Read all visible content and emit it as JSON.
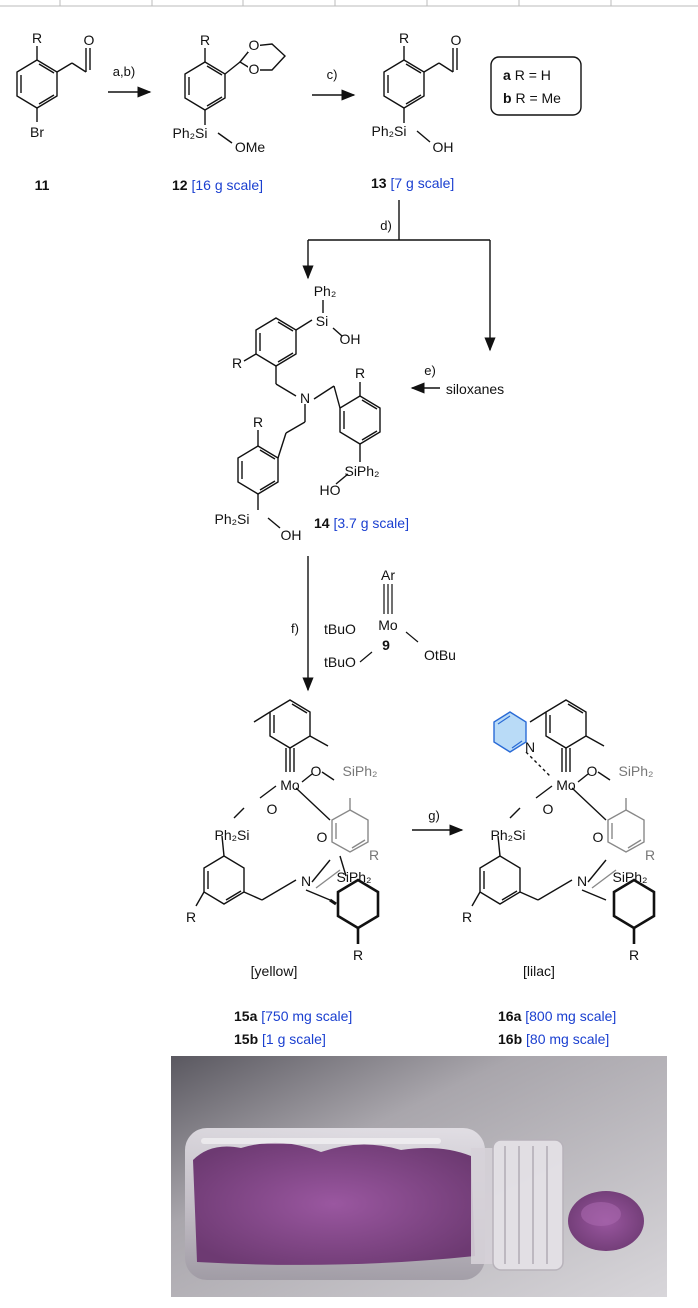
{
  "compounds": {
    "c11": {
      "number": "11",
      "scale": ""
    },
    "c12": {
      "number": "12",
      "scale": "[16 g scale]"
    },
    "c13": {
      "number": "13",
      "scale": "[7 g scale]"
    },
    "c14": {
      "number": "14",
      "scale": "[3.7 g scale]"
    },
    "c9": {
      "number": "9"
    },
    "c15a": {
      "number": "15a",
      "scale": "[750 mg scale]"
    },
    "c15b": {
      "number": "15b",
      "scale": "[1 g scale]"
    },
    "c16a": {
      "number": "16a",
      "scale": "[800 mg scale]"
    },
    "c16b": {
      "number": "16b",
      "scale": "[80 mg scale]"
    }
  },
  "steps": {
    "ab": "a,b)",
    "c": "c)",
    "d": "d)",
    "e": "e)",
    "f": "f)",
    "g": "g)"
  },
  "legend": {
    "line_a_bold": "a",
    "line_a_text": "R = H",
    "line_b_bold": "b",
    "line_b_text": "R = Me"
  },
  "atoms": {
    "R": "R",
    "O": "O",
    "Br": "Br",
    "N": "N",
    "Mo": "Mo",
    "Ar": "Ar",
    "OMe": "OMe",
    "OH": "OH",
    "HO": "HO",
    "Ph2Si": "Ph₂Si",
    "SiPh2": "SiPh₂",
    "Ph2": "Ph₂",
    "Si": "Si",
    "tBuO": "tBuO",
    "OtBu": "OtBu"
  },
  "side_product": "siloxanes",
  "colors": {
    "yellow": "[yellow]",
    "lilac": "[lilac]"
  },
  "palette": {
    "scale_text": "#1a3fd0",
    "pyridine": "#2a6bd6",
    "pyridine_fill": "#b9dbf7",
    "grey_bond": "#888888",
    "powder": "#8a4a8c"
  }
}
